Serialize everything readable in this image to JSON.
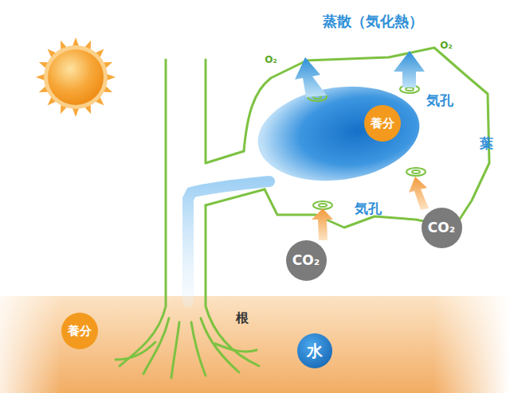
{
  "diagram": {
    "nodes": [
      {
        "text": [
          "養分"
        ]
      },
      {
        "text": [
          "CO₂"
        ]
      },
      {
        "text": [
          "CO₂"
        ]
      },
      {
        "text": [
          "養分"
        ]
      },
      {
        "text": [
          "水"
        ]
      }
    ],
    "labels": [
      "蒸散（気化熱）",
      "O₂",
      "O₂",
      "気孔",
      "葉",
      "気孔",
      "根"
    ]
  }
}
